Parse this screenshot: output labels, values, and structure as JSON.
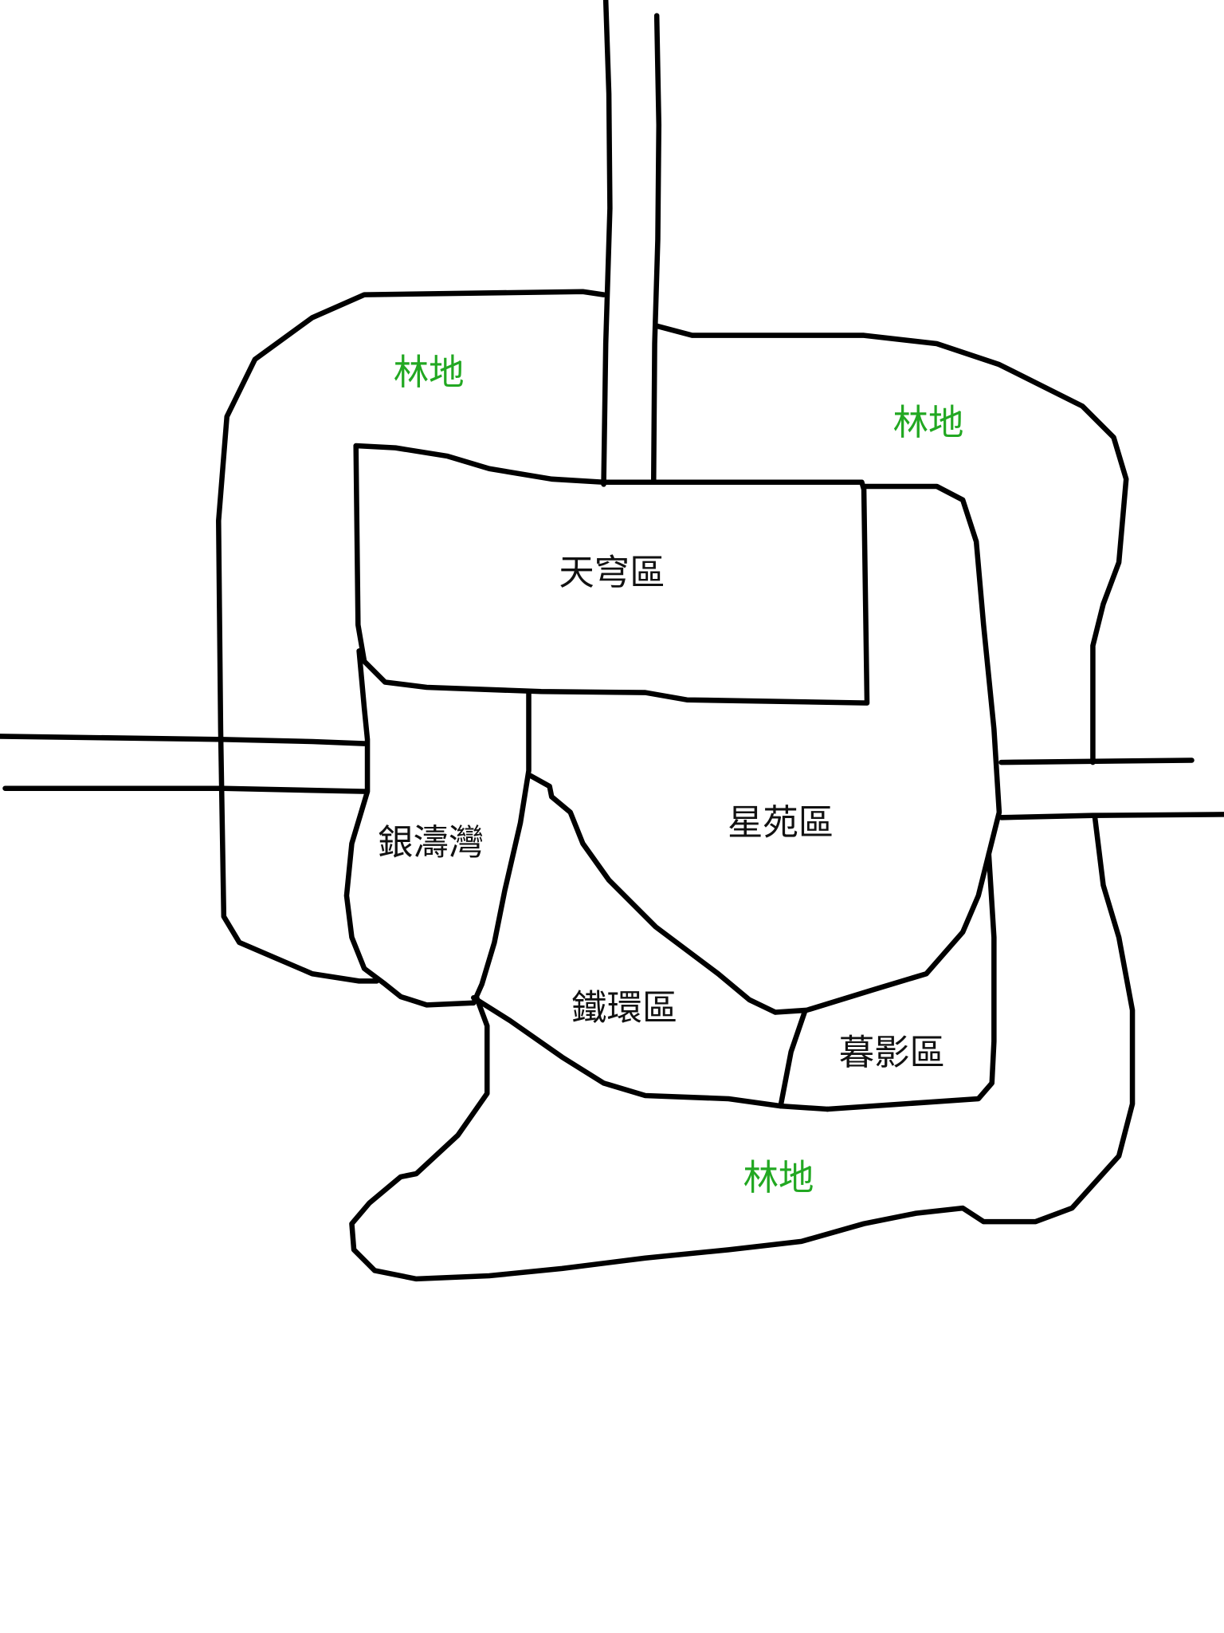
{
  "map": {
    "colors": {
      "line": "#000000",
      "forest_label": "#22a822",
      "district_label": "#111111",
      "background": "#ffffff"
    },
    "forests": [
      {
        "label": "林地"
      },
      {
        "label": "林地"
      },
      {
        "label": "林地"
      }
    ],
    "districts": [
      {
        "label": "天穹區"
      },
      {
        "label": "星苑區"
      },
      {
        "label": "銀濤灣"
      },
      {
        "label": "鐵環區"
      },
      {
        "label": "暮影區"
      }
    ]
  }
}
